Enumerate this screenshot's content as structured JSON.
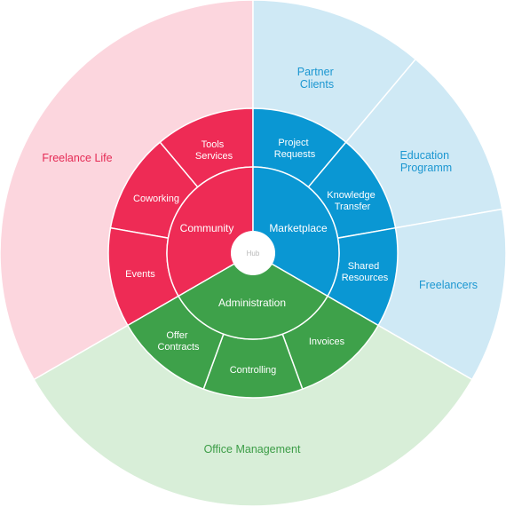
{
  "colors": {
    "community": "#ee2b55",
    "marketplace": "#0a97d3",
    "administration": "#3ea14a",
    "outer_pink": "#fcd6de",
    "outer_blue": "#cfe9f5",
    "outer_green": "#d8eed8",
    "outer_pink_text": "#e52b55",
    "outer_blue_text": "#1c97d1",
    "outer_green_text": "#3c9d47",
    "separator": "#ffffff",
    "hub_text": "#b9b9b9"
  },
  "hub": {
    "label": "Hub"
  },
  "sectors": [
    {
      "id": "community",
      "label": "Community",
      "outer_label": [
        "Freelance Life"
      ],
      "segments": [
        {
          "id": "tools-services",
          "lines": [
            "Tools",
            "Services"
          ]
        },
        {
          "id": "coworking",
          "lines": [
            "Coworking"
          ]
        },
        {
          "id": "events",
          "lines": [
            "Events"
          ]
        }
      ]
    },
    {
      "id": "marketplace",
      "label": "Marketplace",
      "outer_segments": [
        {
          "id": "partner-clients",
          "lines": [
            "Partner",
            "Clients"
          ]
        },
        {
          "id": "education-programm",
          "lines": [
            "Education",
            "Programm"
          ]
        },
        {
          "id": "freelancers",
          "lines": [
            "Freelancers"
          ]
        }
      ],
      "segments": [
        {
          "id": "project-requests",
          "lines": [
            "Project",
            "Requests"
          ]
        },
        {
          "id": "knowledge-transfer",
          "lines": [
            "Knowledge",
            "Transfer"
          ]
        },
        {
          "id": "shared-resources",
          "lines": [
            "Shared",
            "Resources"
          ]
        }
      ]
    },
    {
      "id": "administration",
      "label": "Administration",
      "outer_label": [
        "Office Management"
      ],
      "segments": [
        {
          "id": "invoices",
          "lines": [
            "Invoices"
          ]
        },
        {
          "id": "controlling",
          "lines": [
            "Controlling"
          ]
        },
        {
          "id": "offer-contracts",
          "lines": [
            "Offer",
            "Contracts"
          ]
        }
      ]
    }
  ]
}
